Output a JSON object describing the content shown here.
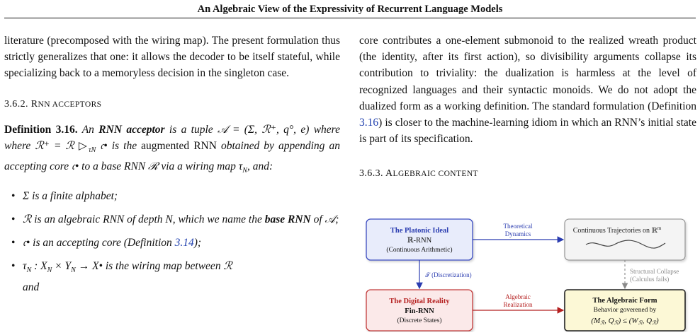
{
  "running_head": "An Algebraic View of the Expressivity of Recurrent Language Models",
  "left": {
    "para1": "literature (precomposed with the wiring map). The present formulation thus strictly generalizes that one: it allows the decoder to be itself stateful, while specializing back to a memoryless decision in the singleton case.",
    "section_num": "3.6.2. R",
    "section_sc": "NN ACCEPTORS",
    "def_label": "Definition 3.16.",
    "def_t1": " An ",
    "def_term": "RNN acceptor",
    "def_t2": " is a tuple 𝒜  = (Σ, ℛ⁺, q°, e) where where ℛ⁺ = ℛ ▷",
    "def_sub": "τN",
    "def_t3": " 𝔠• is the ",
    "def_roman": "augmented RNN",
    "def_t4": " obtained by appending an accepting core 𝔠• to a base RNN ℛ via a wiring map τ",
    "def_sub2": "N",
    "def_t5": ", and:",
    "b1": "Σ is a finite alphabet;",
    "b2a": "ℛ is an algebraic RNN of depth N, which we name the ",
    "b2b": "base RNN",
    "b2c": " of 𝒜;",
    "b3a": "𝔠• is an accepting core (Definition ",
    "b3ref": "3.14",
    "b3b": ");",
    "b4a": "τ",
    "b4sub": "N",
    "b4b": " : X",
    "b4sub2": "N",
    "b4c": " × Y",
    "b4sub3": "N",
    "b4d": " → X• is the wiring map between ℛ",
    "b4e": "and"
  },
  "right": {
    "para1a": "core contributes a one-element submonoid to the realized wreath product (the identity, after its first action), so divisibility arguments collapse its contribution to triviality: the dualization is harmless at the level of recognized languages and their syntactic monoids. We do not adopt the dualized form as a working definition.  The standard formulation (Definition ",
    "para1ref": "3.16",
    "para1b": ") is closer to the machine-learning idiom in which an RNN’s initial state is part of its specification.",
    "section_num": "3.6.3. A",
    "section_sc": "LGEBRAIC CONTENT"
  },
  "diagram": {
    "platonic_title": "The Platonic Ideal",
    "platonic_sub": "ℝ-RNN",
    "platonic_desc": "(Continuous Arithmetic)",
    "continuous_label": "Continuous Trajectories on ℝ",
    "continuous_sup": "m",
    "digital_title": "The Digital Reality",
    "digital_sub": "Fin-RNN",
    "digital_desc": "(Discrete States)",
    "algebraic_title": "The Algebraic Form",
    "algebraic_desc": "Behavior goverened by",
    "algebraic_formula": "(M",
    "algebraic_formula_sub1": "ℛ",
    "algebraic_formula_mid": ", Q",
    "algebraic_formula_sub2": "ℛ",
    "algebraic_formula_mid2": ")  ≤  (W",
    "algebraic_formula_sub3": "ℛ",
    "algebraic_formula_mid3": ", Q",
    "algebraic_formula_sub4": "ℛ",
    "algebraic_formula_end": ")",
    "edge_theoretical_1": "Theoretical",
    "edge_theoretical_2": "Dynamics",
    "edge_discretization": "𝒯 (Discretization)",
    "edge_algebraic_1": "Algebraic",
    "edge_algebraic_2": "Realization",
    "edge_collapse_1": "Structural Collapse",
    "edge_collapse_2": "(Calculus fails)",
    "colors": {
      "platonic_fill": "#e8ecfb",
      "platonic_stroke": "#3b4cc0",
      "digital_fill": "#fbe9e9",
      "digital_stroke": "#c23a3a",
      "algebraic_fill": "#fcf8d6",
      "algebraic_stroke": "#222222",
      "neutral_stroke": "#8a8a8a",
      "blue_text": "#2a3cb0",
      "red_text": "#b52020"
    }
  }
}
